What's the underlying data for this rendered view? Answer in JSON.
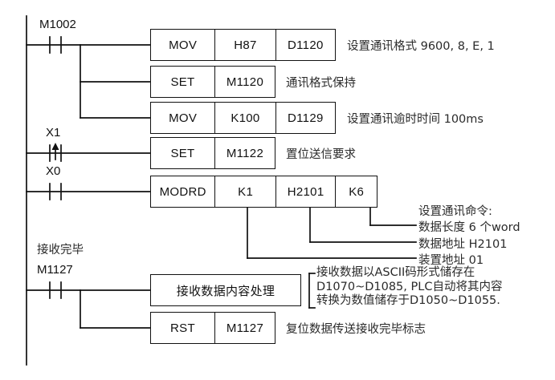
{
  "diagram": {
    "type": "plc-ladder-logic",
    "title": "Modbus MODRD communication ladder program"
  },
  "rungs": [
    {
      "id": "rung-m1002",
      "contact": {
        "device": "M1002",
        "kind": "normally-open",
        "comment": ""
      },
      "instructions": [
        {
          "id": "inst-mov-h87",
          "cells": [
            "MOV",
            "H87",
            "D1120"
          ],
          "annotation": "设置通讯格式 9600, 8, E, 1"
        },
        {
          "id": "inst-set-m1120",
          "cells": [
            "SET",
            "M1120"
          ],
          "annotation": "通讯格式保持"
        },
        {
          "id": "inst-mov-k100",
          "cells": [
            "MOV",
            "K100",
            "D1129"
          ],
          "annotation": "设置通讯逾时时间 100ms"
        }
      ]
    },
    {
      "id": "rung-x1",
      "contact": {
        "device": "X1",
        "kind": "rising-edge",
        "comment": ""
      },
      "instructions": [
        {
          "id": "inst-set-m1122",
          "cells": [
            "SET",
            "M1122"
          ],
          "annotation": "置位送信要求"
        }
      ]
    },
    {
      "id": "rung-x0",
      "contact": {
        "device": "X0",
        "kind": "normally-open",
        "comment": ""
      },
      "instructions": [
        {
          "id": "inst-modrd",
          "cells": [
            "MODRD",
            "K1",
            "H2101",
            "K6"
          ],
          "annotation": ""
        }
      ]
    },
    {
      "id": "rung-m1127",
      "contact": {
        "device": "M1127",
        "kind": "normally-open",
        "comment": "接收完毕"
      },
      "instructions": [
        {
          "id": "inst-recv-process",
          "cells": [
            "接收数据内容处理"
          ],
          "annotation": ""
        },
        {
          "id": "inst-rst-m1127",
          "cells": [
            "RST",
            "M1127"
          ],
          "annotation": "复位数据传送接收完毕标志"
        }
      ]
    }
  ],
  "callouts": {
    "modrd": {
      "heading": "设置通讯命令:",
      "lines": [
        {
          "id": "callout-data-length",
          "text": "数据长度 6 个word",
          "source_cell": "K6"
        },
        {
          "id": "callout-data-address",
          "text": "数据地址 H2101",
          "source_cell": "H2101"
        },
        {
          "id": "callout-device-address",
          "text": "装置地址 01",
          "source_cell": "K1"
        }
      ]
    },
    "receive": {
      "id": "callout-receive-note",
      "lines": [
        "接收数据以ASCII码形式储存在",
        "D1070~D1085, PLC自动将其内容",
        "转换为数值储存于D1050~D1055."
      ]
    }
  },
  "colors": {
    "line": "#111111",
    "text": "#121212",
    "comment": "#2a2a2a",
    "background": "#ffffff"
  }
}
